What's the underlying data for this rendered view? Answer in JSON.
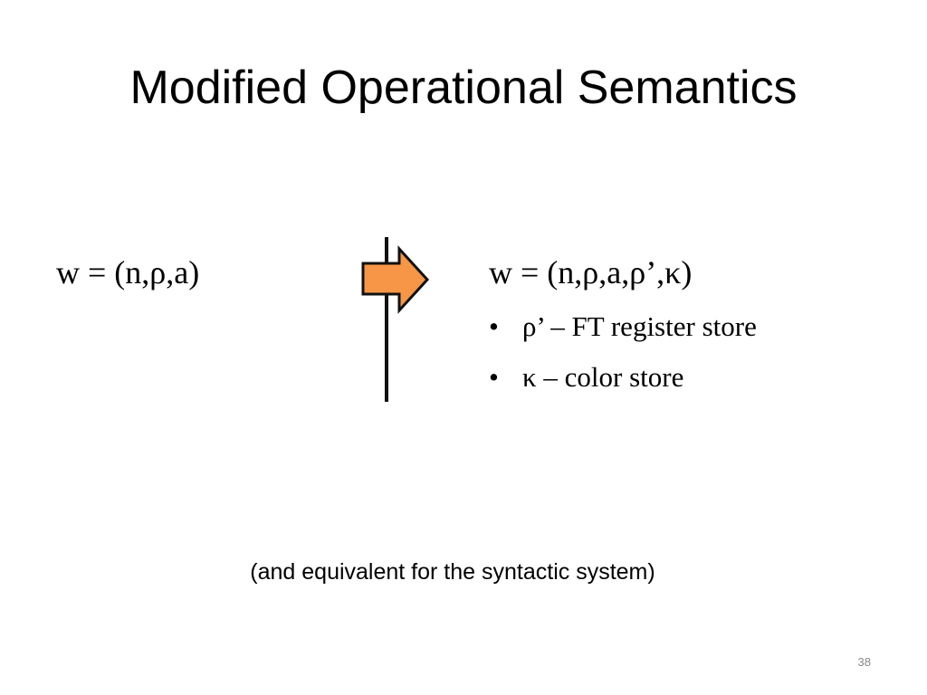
{
  "slide": {
    "title": "Modified Operational Semantics",
    "left_formula": "w = (n,ρ,a)",
    "right_formula": "w = (n,ρ,a,ρ’,κ)",
    "bullets": [
      {
        "marker": "•",
        "text": "ρ’ – FT register store"
      },
      {
        "marker": "•",
        "text": "κ – color store"
      }
    ],
    "footnote": "(and equivalent for the syntactic system)",
    "page_number": "38"
  },
  "colors": {
    "arrow_fill": "#F79646",
    "arrow_stroke": "#111111",
    "text": "#000000",
    "page_number": "#888888"
  },
  "icons": {
    "transition_arrow": "right-arrow-icon"
  }
}
